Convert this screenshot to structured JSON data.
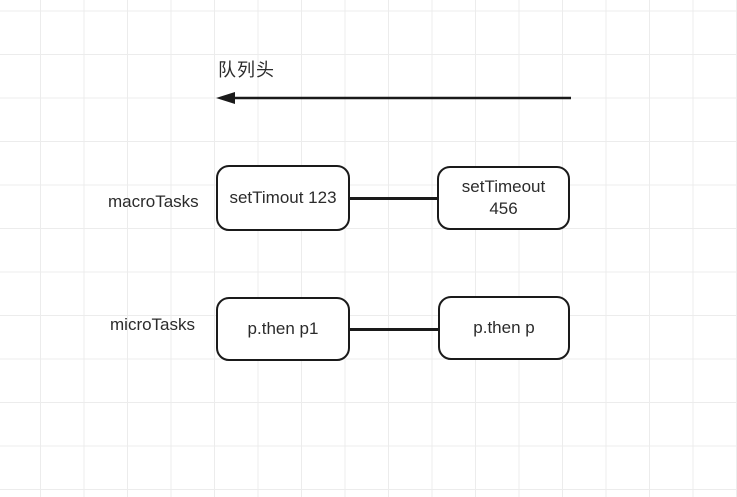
{
  "canvas": {
    "background": "#ffffff",
    "grid_color": "#ececec",
    "stroke_color": "#1a1a1a",
    "text_color": "#2b2b2b"
  },
  "header": {
    "queue_head_label": "队列头",
    "arrow_direction": "left"
  },
  "rows": [
    {
      "label": "macroTasks",
      "nodes": [
        {
          "text": "setTimout 123"
        },
        {
          "text": "setTimeout\n456"
        }
      ]
    },
    {
      "label": "microTasks",
      "nodes": [
        {
          "text": "p.then p1"
        },
        {
          "text": "p.then p"
        }
      ]
    }
  ]
}
